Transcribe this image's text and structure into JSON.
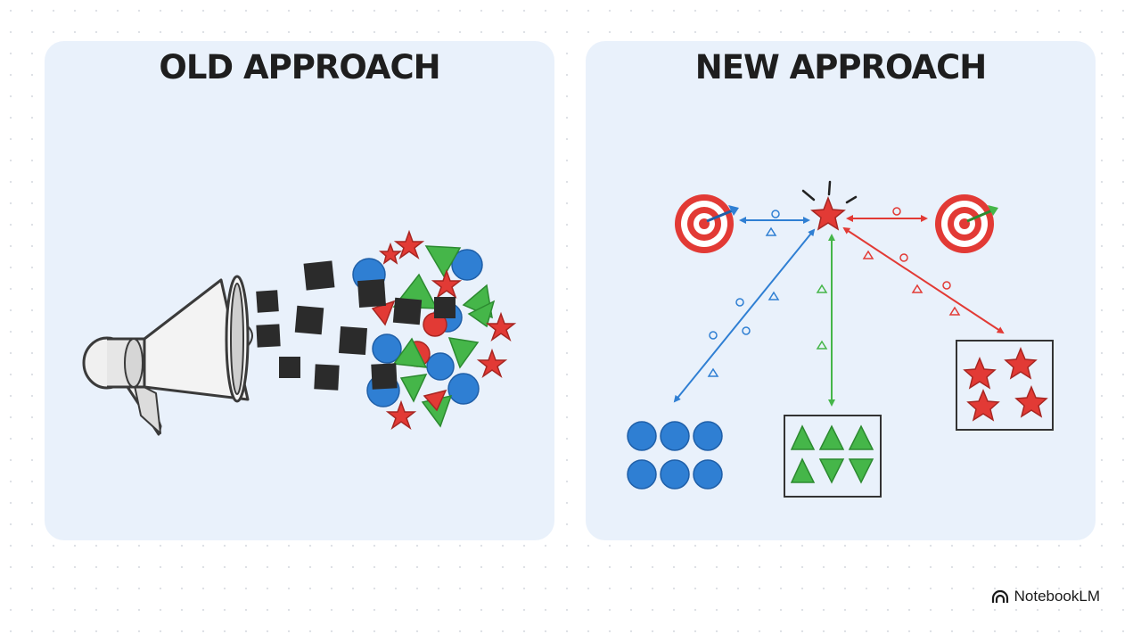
{
  "panels": {
    "old": {
      "title": "OLD APPROACH"
    },
    "new": {
      "title": "NEW APPROACH"
    }
  },
  "brand": {
    "name": "NotebookLM",
    "icon": "notebooklm-logo-icon"
  },
  "colors": {
    "panel_bg": "#e9f1fb",
    "blue": "#2f7fd3",
    "green": "#45b649",
    "red": "#e23a35",
    "black_square": "#2b2b2b",
    "title": "#1e1e1e"
  },
  "icons": [
    "megaphone-icon",
    "target-icon",
    "dart-icon",
    "star-icon",
    "circle-icon",
    "triangle-icon",
    "square-icon"
  ]
}
